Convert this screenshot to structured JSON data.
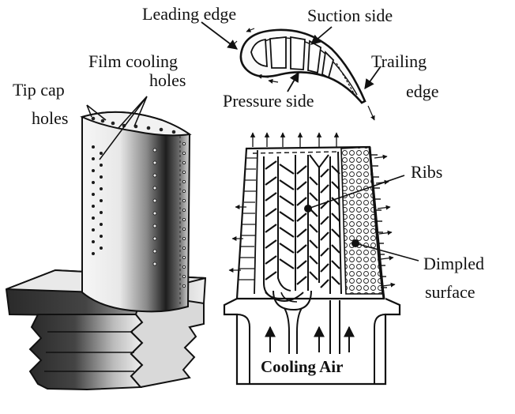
{
  "labels": {
    "leading_edge": "Leading edge",
    "suction_side": "Suction side",
    "film_cooling_1": "Film cooling",
    "film_cooling_2": "holes",
    "trailing_1": "Trailing",
    "trailing_2": "edge",
    "tip_cap_1": "Tip cap",
    "tip_cap_2": "holes",
    "pressure_side": "Pressure side",
    "ribs": "Ribs",
    "dimpled_1": "Dimpled",
    "dimpled_2": "surface",
    "cooling_air": "Cooling Air"
  },
  "colors": {
    "ink": "#111111",
    "metal_dark": "#1a1a1a",
    "metal_mid": "#8a8a8a",
    "metal_light": "#f4f4f4"
  }
}
